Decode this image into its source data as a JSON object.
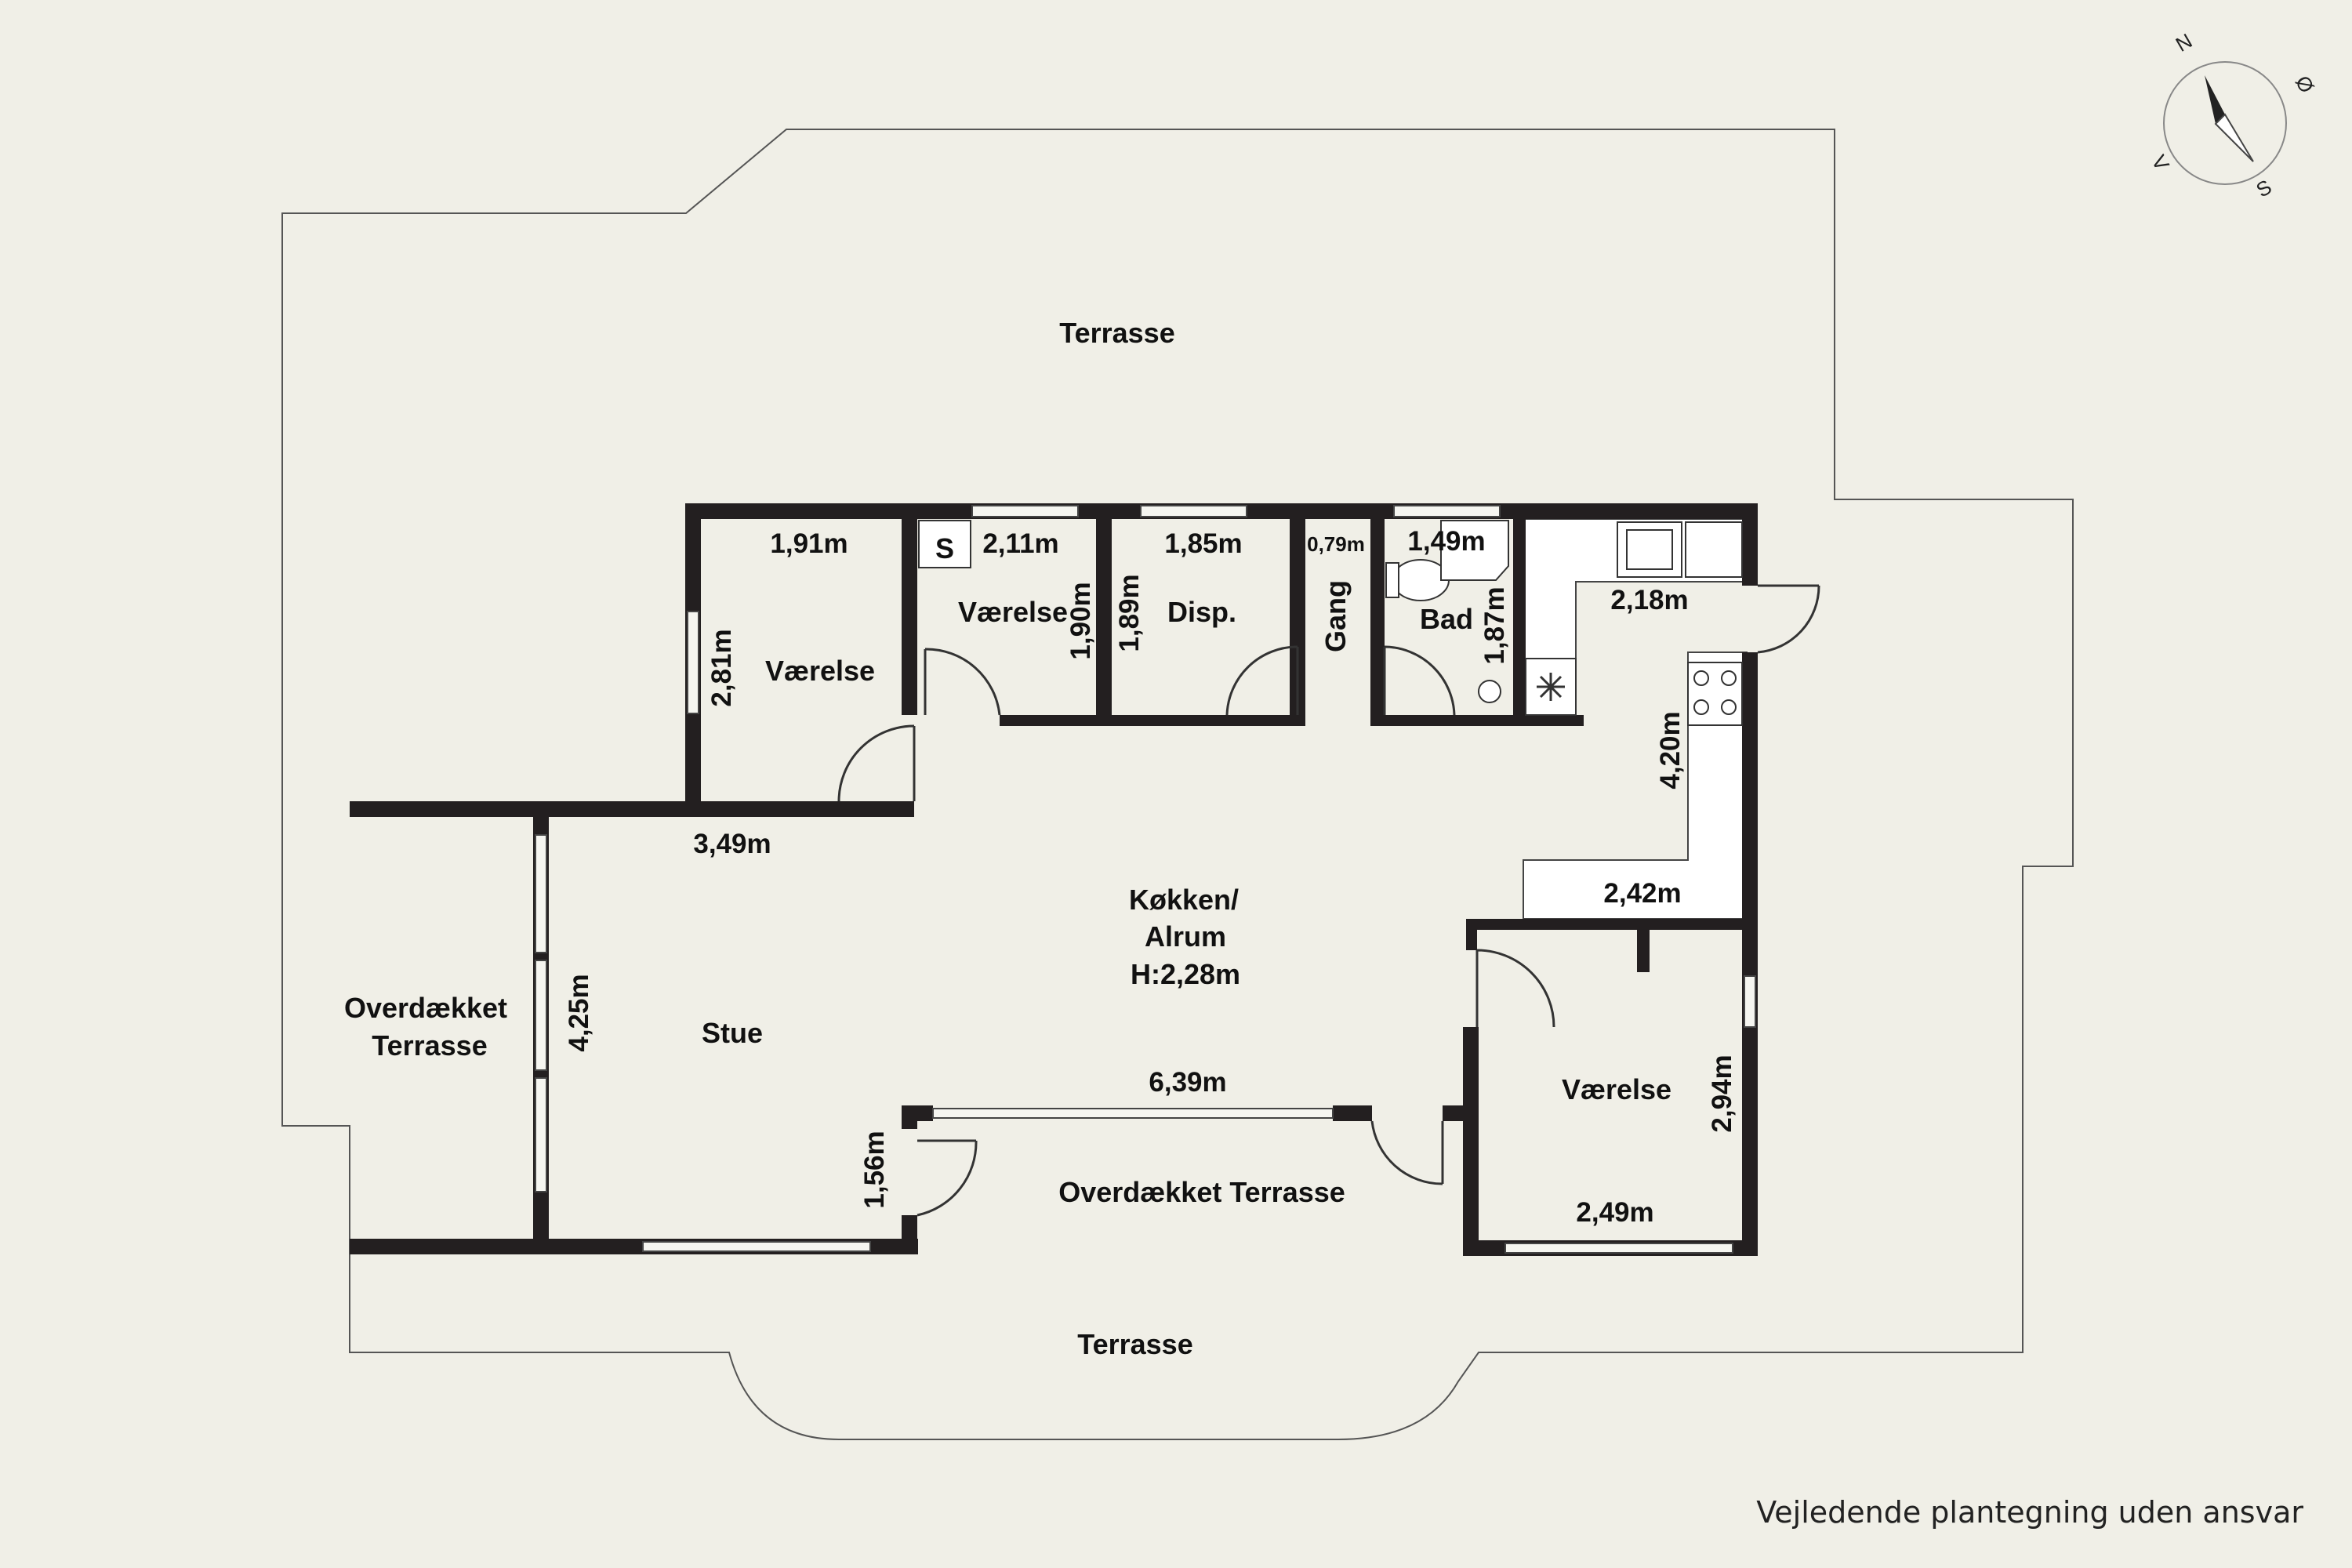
{
  "rooms": {
    "terrace_top": "Terrasse",
    "terrace_bottom": "Terrasse",
    "covered_left_1": "Overdækket",
    "covered_left_2": "Terrasse",
    "covered_bottom": "Overdækket Terrasse",
    "bedroom_1": "Værelse",
    "bedroom_2": "Værelse",
    "bedroom_3": "Værelse",
    "storage": "Disp.",
    "hall": "Gang",
    "bath": "Bad",
    "kitchen_1": "Køkken/",
    "kitchen_2": "Alrum",
    "kitchen_3": "H:2,28m",
    "living": "Stue",
    "cabinet_mark": "S"
  },
  "dimensions": {
    "bedroom1_width": "1,91m",
    "bedroom1_depth": "2,81m",
    "bedroom2_width": "2,11m",
    "bedroom2_depth": "1,90m",
    "storage_width": "1,85m",
    "storage_depth": "1,89m",
    "hall_width": "0,79m",
    "bath_width": "1,49m",
    "bath_depth": "1,87m",
    "kitchen_top": "2,18m",
    "kitchen_side": "4,20m",
    "kitchen_bottom": "2,42m",
    "living_width": "3,49m",
    "living_depth": "4,25m",
    "covered_width": "6,39m",
    "covered_depth": "1,56m",
    "bedroom3_depth": "2,94m",
    "bedroom3_width": "2,49m"
  },
  "compass": {
    "n": "N",
    "e": "Ø",
    "s": "S",
    "w": "V"
  },
  "footer": "Vejledende plantegning uden ansvar",
  "colors": {
    "background": "#f0efe7",
    "wall": "#231f20",
    "kitchen_fill": "#ffffff",
    "outline": "#555555"
  }
}
